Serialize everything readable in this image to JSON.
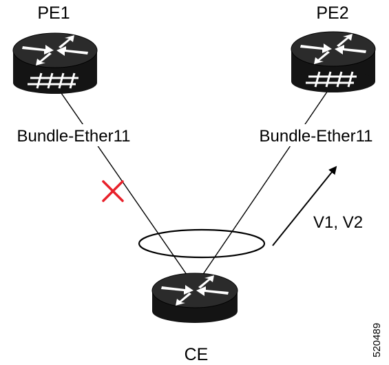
{
  "nodes": {
    "pe1": {
      "name": "PE1",
      "type": "router-with-hash"
    },
    "pe2": {
      "name": "PE2",
      "type": "router-with-hash"
    },
    "ce": {
      "name": "CE",
      "type": "router"
    }
  },
  "interfaces": {
    "pe1": "Bundle-Ether11",
    "pe2": "Bundle-Ether11"
  },
  "traffic": {
    "label": "V1, V2"
  },
  "figure_id": "520489",
  "colors": {
    "failure_mark": "#e8202a",
    "device_body": "#111111",
    "link": "#000000"
  },
  "icons": {
    "failure": "x-mark-icon",
    "traffic": "arrow-icon",
    "bundle": "ellipse-icon"
  }
}
